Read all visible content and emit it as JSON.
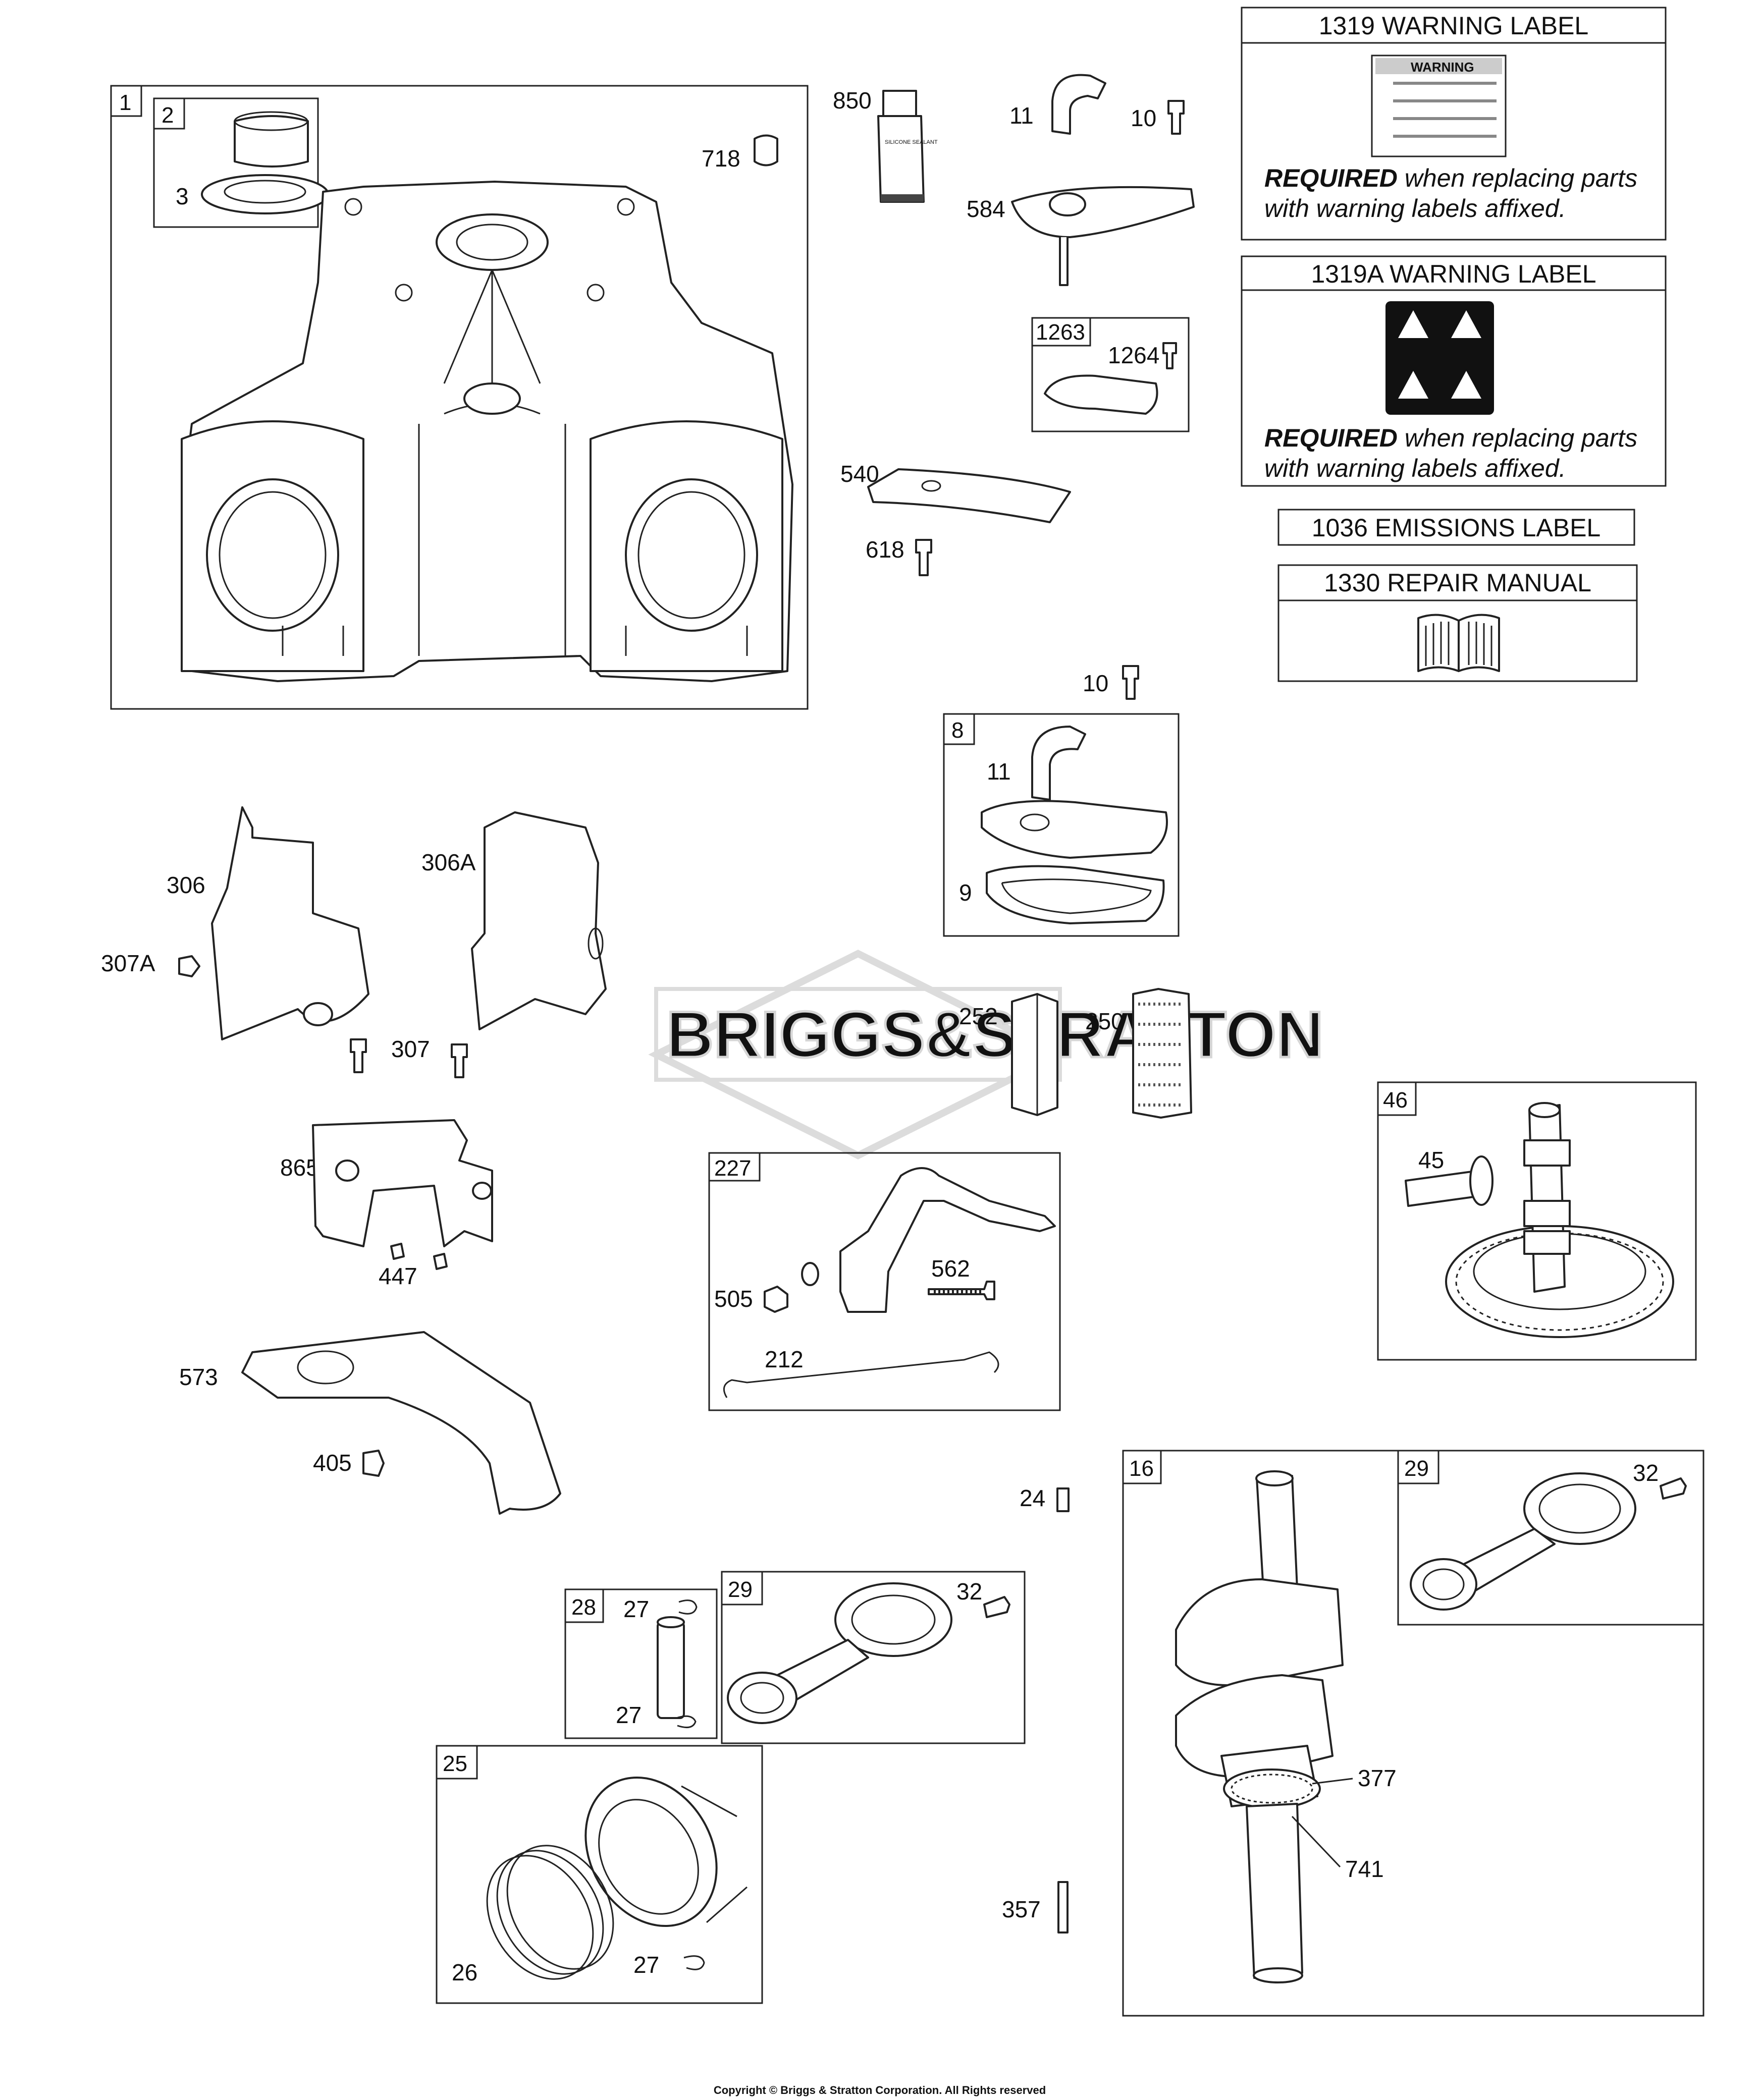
{
  "callouts": {
    "n1": "1",
    "n2": "2",
    "n3": "3",
    "n718": "718",
    "n850": "850",
    "n11a": "11",
    "n10a": "10",
    "n584": "584",
    "n1263": "1263",
    "n1264": "1264",
    "n540": "540",
    "n618": "618",
    "n10b": "10",
    "n8": "8",
    "n11b": "11",
    "n9": "9",
    "n306": "306",
    "n306A": "306A",
    "n307A": "307A",
    "n307": "307",
    "n252": "252",
    "n250": "250",
    "n46": "46",
    "n45": "45",
    "n865": "865",
    "n447": "447",
    "n227": "227",
    "n562": "562",
    "n505": "505",
    "n212": "212",
    "n573": "573",
    "n405": "405",
    "n24": "24",
    "n16": "16",
    "n29a": "29",
    "n32a": "32",
    "n28": "28",
    "n27a": "27",
    "n27b": "27",
    "n29b": "29",
    "n32b": "32",
    "n25": "25",
    "n26": "26",
    "n27c": "27",
    "n357": "357",
    "n377": "377",
    "n741": "741"
  },
  "labels": {
    "warning_1319_title": "1319 WARNING LABEL",
    "warning_1319_badge": "WARNING",
    "warning_1319A_title": "1319A WARNING LABEL",
    "required_bold": "REQUIRED",
    "required_rest": " when replacing parts",
    "required_line2": "with warning labels affixed.",
    "emissions_label": "1036 EMISSIONS LABEL",
    "repair_manual": "1330 REPAIR MANUAL",
    "sealant_text": "SILICONE SEALANT"
  },
  "watermark": "BRIGGS&STRATTON",
  "copyright": "Copyright © Briggs & Stratton Corporation. All Rights reserved"
}
